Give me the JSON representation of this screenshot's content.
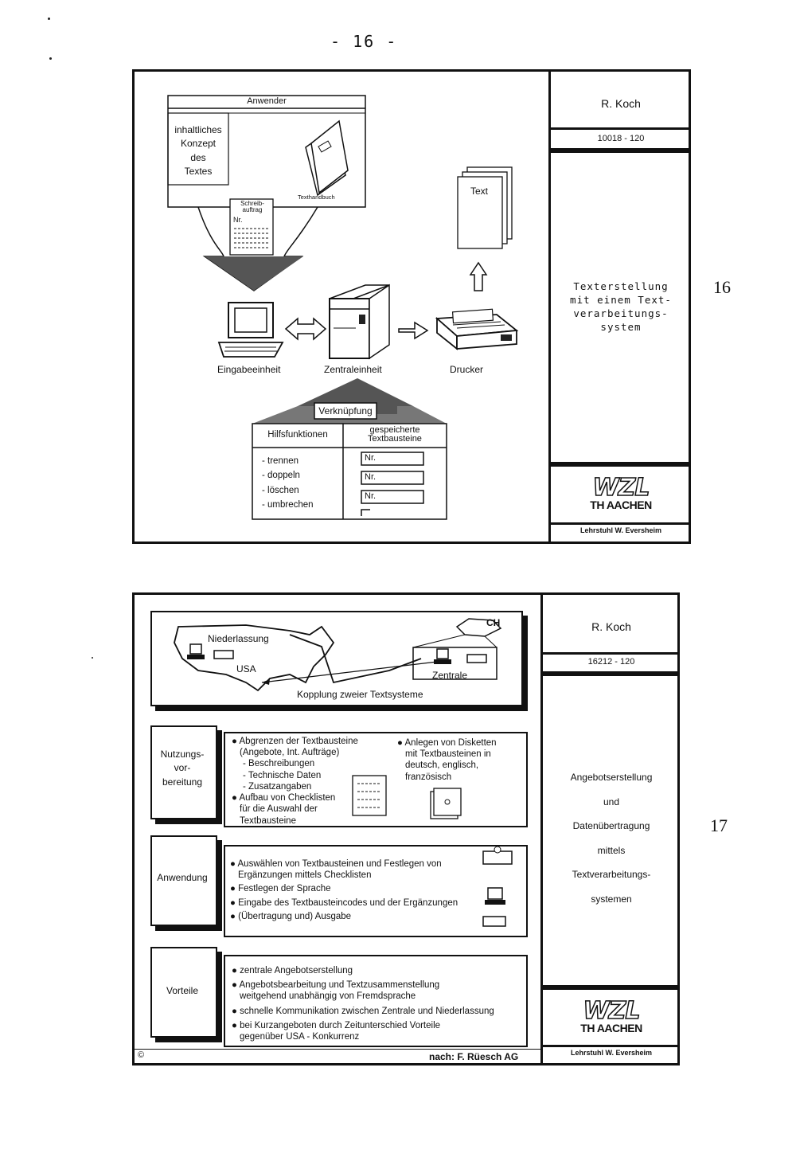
{
  "page_number": "- 16 -",
  "slide16": {
    "author": "R. Koch",
    "code": "10018 - 120",
    "title_lines": [
      "Texterstellung",
      "mit einem Text-",
      "verarbeitungs-",
      "system"
    ],
    "side_number": "16",
    "logo_text": "WZL",
    "logo_city": "TH AACHEN",
    "chair": "Lehrstuhl W. Eversheim",
    "diagram": {
      "anwender": "Anwender",
      "konzept_lines": [
        "inhaltliches",
        "Konzept",
        "des",
        "Textes"
      ],
      "schreibauftrag": "Schreib-auftrag",
      "nr": "Nr.",
      "texthandbuch": "Texthandbuch",
      "text": "Text",
      "eingabe": "Eingabeeinheit",
      "zentral": "Zentraleinheit",
      "drucker": "Drucker",
      "verknuepfung": "Verknüpfung",
      "hilfs": "Hilfsfunktionen",
      "gespeichert_lines": [
        "gespeicherte",
        "Textbausteine"
      ],
      "funktionen": [
        "- trennen",
        "- doppeln",
        "- löschen",
        "- umbrechen"
      ],
      "nr_fields": [
        "Nr.",
        "Nr.",
        "Nr."
      ]
    }
  },
  "slide17": {
    "author": "R. Koch",
    "code": "16212 - 120",
    "title_lines": [
      "Angebotserstellung",
      "und",
      "Datenübertragung",
      "mittels",
      "Textverarbeitungs-",
      "systemen"
    ],
    "side_number": "17",
    "logo_text": "WZL",
    "logo_city": "TH AACHEN",
    "chair": "Lehrstuhl W. Eversheim",
    "map": {
      "niederlassung": "Niederlassung",
      "usa": "USA",
      "ch": "CH",
      "zentrale": "Zentrale",
      "caption": "Kopplung zweier Textsysteme"
    },
    "sections": [
      {
        "label_lines": [
          "Nutzungs-",
          "vor-",
          "bereitung"
        ],
        "left_bullets": [
          "● Abgrenzen der Textbausteine",
          "(Angebote, Int. Aufträge)",
          "- Beschreibungen",
          "- Technische Daten",
          "- Zusatzangaben",
          "● Aufbau von Checklisten",
          "für die Auswahl der",
          "Textbausteine"
        ],
        "right_bullets": [
          "● Anlegen von Disketten",
          "mit Textbausteinen in",
          "deutsch, englisch,",
          "französisch"
        ]
      },
      {
        "label_lines": [
          "Anwendung"
        ],
        "left_bullets": [
          "● Auswählen von Textbausteinen und Festlegen von",
          "Ergänzungen mittels Checklisten",
          "● Festlegen der Sprache",
          "● Eingabe des Textbausteincodes und der Ergänzungen",
          "● (Übertragung und) Ausgabe"
        ],
        "right_bullets": []
      },
      {
        "label_lines": [
          "Vorteile"
        ],
        "left_bullets": [
          "● zentrale Angebotserstellung",
          "● Angebotsbearbeitung und Textzusammenstellung",
          "weitgehend unabhängig von Fremdsprache",
          "● schnelle Kommunikation zwischen Zentrale und Niederlassung",
          "● bei Kurzangeboten durch Zeitunterschied Vorteile",
          "gegenüber USA - Konkurrenz"
        ],
        "right_bullets": []
      }
    ],
    "copyright": "©",
    "source": "nach: F. Rüesch AG"
  }
}
